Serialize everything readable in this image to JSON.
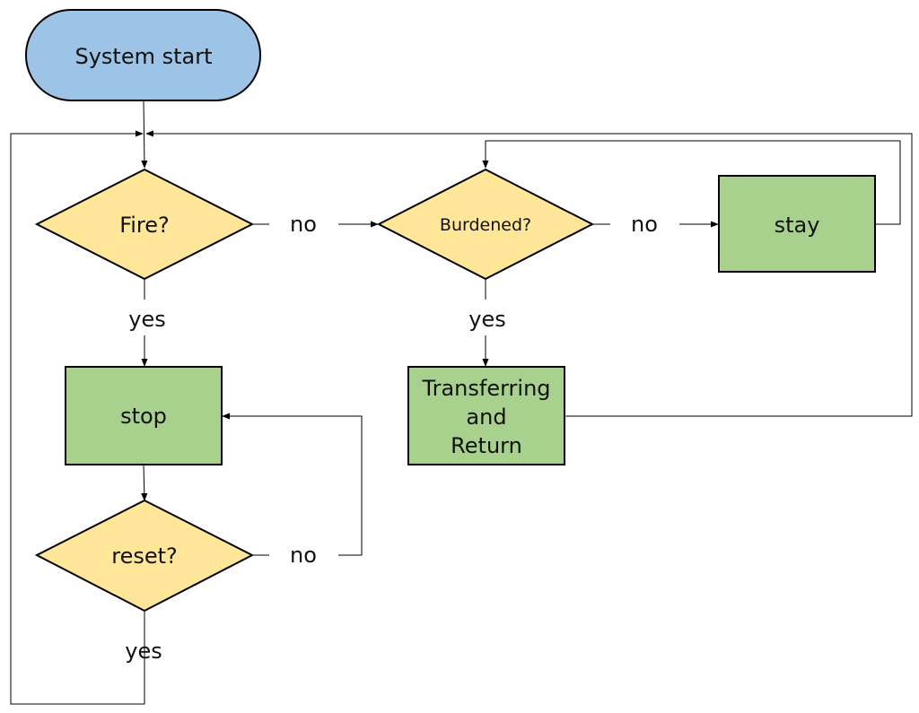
{
  "flowchart": {
    "start": {
      "label": "System start",
      "color": "#9DC3E6"
    },
    "decisions": {
      "fire": {
        "label": "Fire?"
      },
      "burdened": {
        "label": "Burdened?"
      },
      "reset": {
        "label": "reset?"
      }
    },
    "processes": {
      "stay": {
        "label": "stay"
      },
      "stop": {
        "label": "stop"
      },
      "transfer": {
        "lines": [
          "Transferring",
          "and",
          "Return"
        ]
      }
    },
    "edges": {
      "fire_no": "no",
      "fire_yes": "yes",
      "burdened_no": "no",
      "burdened_yes": "yes",
      "reset_no": "no",
      "reset_yes": "yes"
    },
    "colors": {
      "decision_fill": "#FFE699",
      "process_fill": "#A9D18E",
      "start_fill": "#9DC3E6",
      "stroke": "#000000"
    }
  }
}
